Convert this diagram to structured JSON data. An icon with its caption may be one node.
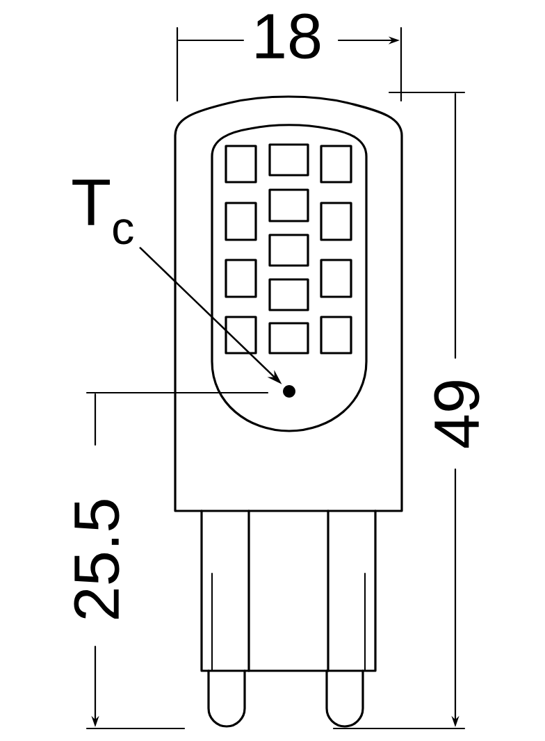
{
  "diagram": {
    "nodes": [
      {
        "text": [
          "T$_{c}$"
        ]
      },
      {
        "text": [],
        "shape": "circle"
      }
    ],
    "edges": [
      {
        "from": 0,
        "to": 1,
        "arrow": "to"
      }
    ],
    "labels": [
      "18",
      "49",
      "25.5"
    ]
  }
}
